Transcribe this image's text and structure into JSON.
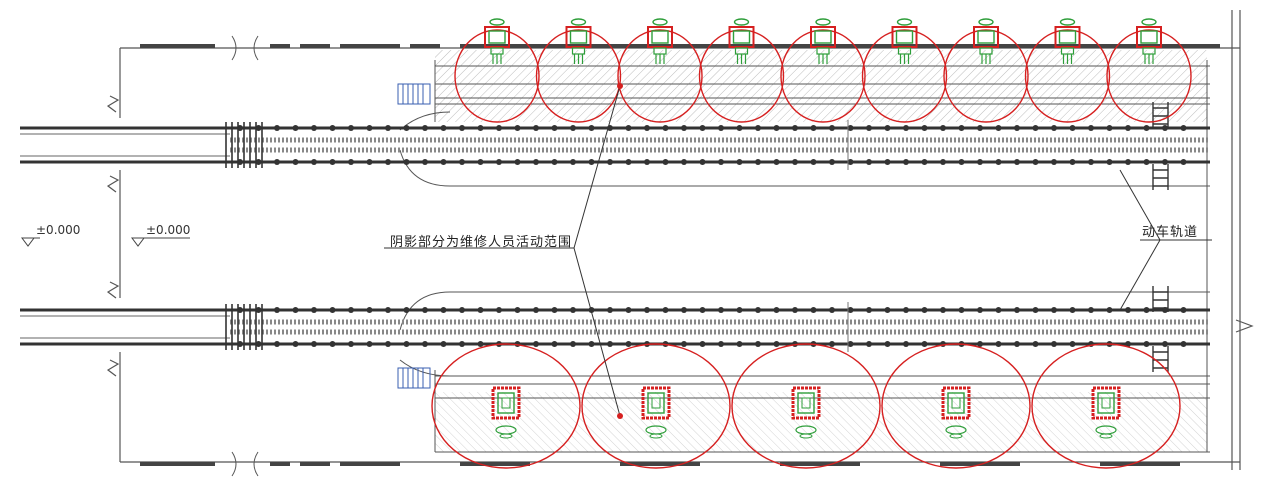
{
  "labels": {
    "elevation_left": "±0.000",
    "elevation_right": "±0.000",
    "shaded_area_note": "阴影部分为维修人员活动范围",
    "track_label": "动车轨道"
  },
  "colors": {
    "line": "#444444",
    "track": "#555555",
    "range_circle": "#d62020",
    "equipment_green": "#2e9e3a",
    "equipment_red": "#d62020",
    "stair_blue": "#3a5fb0",
    "hatch": "#bbbbbb"
  },
  "equipment": {
    "top_row_count": 9,
    "bottom_row_count": 5
  }
}
